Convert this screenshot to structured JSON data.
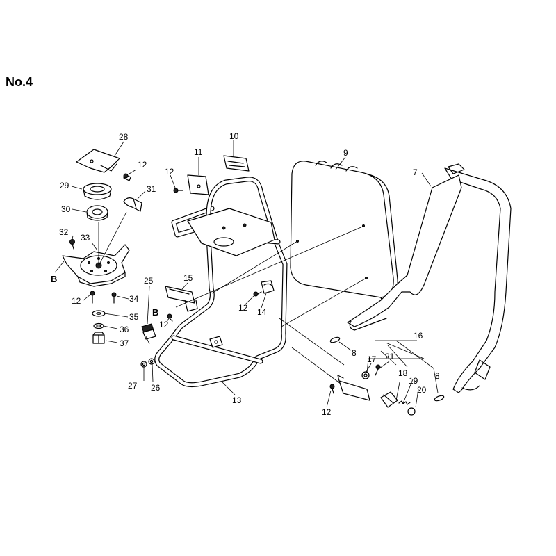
{
  "title": "No.4",
  "labels": {
    "p28": "28",
    "p12a": "12",
    "p29": "29",
    "p31": "31",
    "p30": "30",
    "p32": "32",
    "p33": "33",
    "pB1": "B",
    "p12b": "12",
    "p34": "34",
    "p35": "35",
    "p36": "36",
    "p37": "37",
    "p25": "25",
    "pB2": "B",
    "p12c": "12",
    "p27": "27",
    "p26": "26",
    "p13": "13",
    "p12d": "12",
    "p11": "11",
    "p10": "10",
    "p15": "15",
    "p12e": "12",
    "p14": "14",
    "p9": "9",
    "p7": "7",
    "p8a": "8",
    "p16": "16",
    "p17": "17",
    "p21": "21",
    "p18": "18",
    "p19": "19",
    "p20": "20",
    "p8b": "8",
    "p12f": "12"
  }
}
